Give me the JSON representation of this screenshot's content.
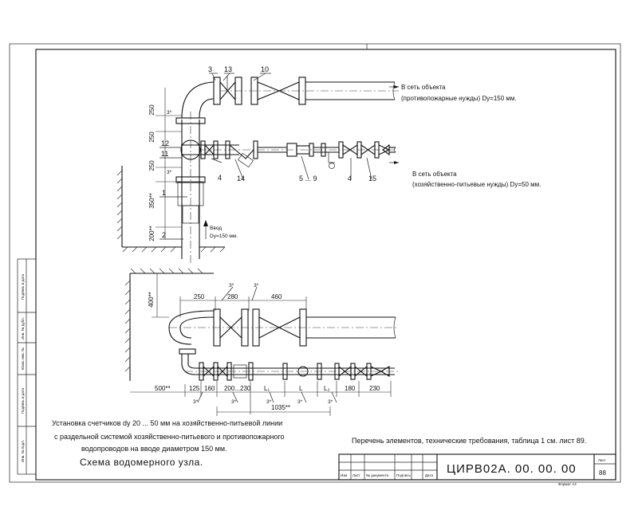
{
  "labels": {
    "outlet_fire": "В сеть объекта",
    "outlet_fire_detail": "(противопожарные нужды) Dy=150 мм.",
    "outlet_domestic": "В сеть объекта",
    "outlet_domestic_detail": "(хозяйственно-питьевые нужды) Dy=50 мм.",
    "inlet": "Ввод",
    "inlet_detail": "Dy=150 мм."
  },
  "callouts": {
    "c3": "3",
    "c13": "13",
    "c10": "10",
    "c12": "12",
    "c11": "11",
    "c1": "1",
    "c2": "2",
    "c4a": "4",
    "c14": "14",
    "c59": "5 ... 9",
    "c4b": "4",
    "c15": "15"
  },
  "dims": {
    "v250a": "250",
    "v250b": "250",
    "v250c": "250",
    "v350": "350**",
    "v200": "200**",
    "v400": "400**",
    "deg3": "3*",
    "h250": "250",
    "h280": "280",
    "h460": "460",
    "h500": "500**",
    "h125": "125",
    "h160a": "160",
    "h200_230": "200...230",
    "hL1": "L₁",
    "hL": "L",
    "hL2": "L₂",
    "h180": "180",
    "h230": "230",
    "h1035": "1035**"
  },
  "caption": {
    "line1": "Установка счетчиков dy 20 ... 50 мм  на хозяйственно-питьевой линии",
    "line2": "с раздельной  системой хозяйственно-питьевого и противопожарного",
    "line3": "водопроводов на вводе диаметром 150 мм.",
    "title": "Схема водомерного узла.",
    "note": "Перечень элементов, технические требования, таблица 1 см. лист 89."
  },
  "titleblock": {
    "code": "ЦИРВ02А. 00. 00. 00",
    "sheet_label": "Лист",
    "sheet_no": "88",
    "col_izm": "Изм",
    "col_list": "Лист",
    "col_doc": "№ документа",
    "col_sign": "Подпись",
    "col_date": "Дата",
    "format": "Формат А4"
  },
  "sidebar": {
    "f1": "Инв. № подл.",
    "f2": "Подпись и дата",
    "f3": "Взам. инв. №",
    "f4": "Инв. № дубл.",
    "f5": "Подпись и дата"
  }
}
